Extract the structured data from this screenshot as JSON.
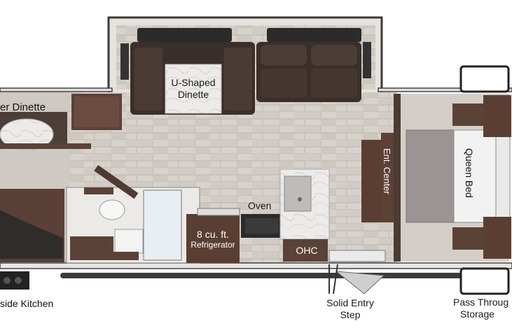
{
  "labels": {
    "u_shaped_dinette": [
      "U-Shaped",
      "Dinette"
    ],
    "outer_dinette": "er Dinette",
    "ent_center": "Ent. Center",
    "queen_bed": "Queen Bed",
    "oven": "Oven",
    "refrigerator": [
      "8 cu. ft.",
      "Refrigerator"
    ],
    "ohc": "OHC",
    "outside_kitchen": "side Kitchen",
    "solid_entry_step": [
      "Solid Entry",
      "Step"
    ],
    "pass_through_storage": [
      "Pass Throug",
      "Storage"
    ]
  },
  "colors": {
    "floor": "#d6d0ca",
    "plank_line": "#b9b2ab",
    "wall": "#4a4744",
    "cabinet": "#5a3f33",
    "sofa": "#3a2e29",
    "counter": "#e9e7e4",
    "wall_trim": "#e8e6e3"
  }
}
